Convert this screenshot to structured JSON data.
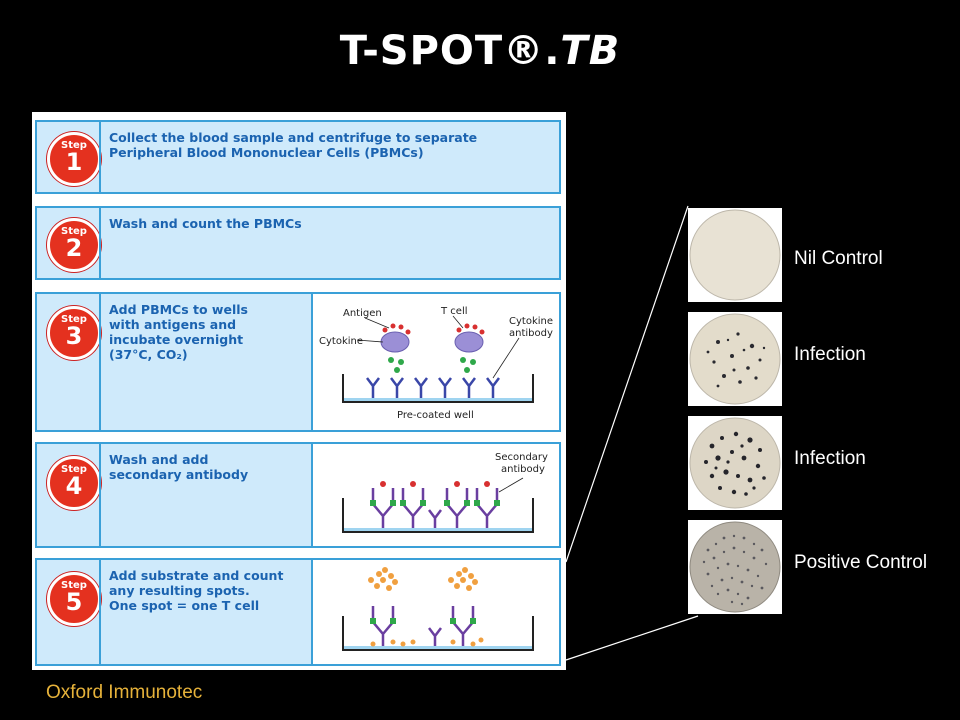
{
  "title": {
    "main": "T-SPOT®.",
    "italic": "TB"
  },
  "steps": [
    {
      "word": "Step",
      "number": "1",
      "text": "Collect the blood sample and centrifuge to separate\nPeripheral Blood Mononuclear Cells (PBMCs)"
    },
    {
      "word": "Step",
      "number": "2",
      "text": "Wash and count the PBMCs"
    },
    {
      "word": "Step",
      "number": "3",
      "text": "Add PBMCs to wells\nwith antigens and\nincubate overnight\n(37°C, CO₂)"
    },
    {
      "word": "Step",
      "number": "4",
      "text": "Wash and add\nsecondary antibody"
    },
    {
      "word": "Step",
      "number": "5",
      "text": "Add substrate and count\nany resulting spots.\nOne spot = one T cell"
    }
  ],
  "illustration_labels": {
    "antigen": "Antigen",
    "tcell": "T cell",
    "cytokine": "Cytokine",
    "cytokine_antibody": "Cytokine\nantibody",
    "well": "Pre-coated well",
    "secondary_antibody": "Secondary\nantibody"
  },
  "dishes": [
    {
      "label": "Nil Control",
      "spot_density": "none"
    },
    {
      "label": "Infection",
      "spot_density": "low"
    },
    {
      "label": "Infection",
      "spot_density": "medium"
    },
    {
      "label": "Positive Control",
      "spot_density": "high"
    }
  ],
  "credit": "Oxford Immunotec",
  "colors": {
    "badge": "#e4311f",
    "step_bg": "#cfeafb",
    "step_border": "#3aa0d8",
    "step_text": "#1b63b0",
    "credit": "#e6b23a"
  }
}
